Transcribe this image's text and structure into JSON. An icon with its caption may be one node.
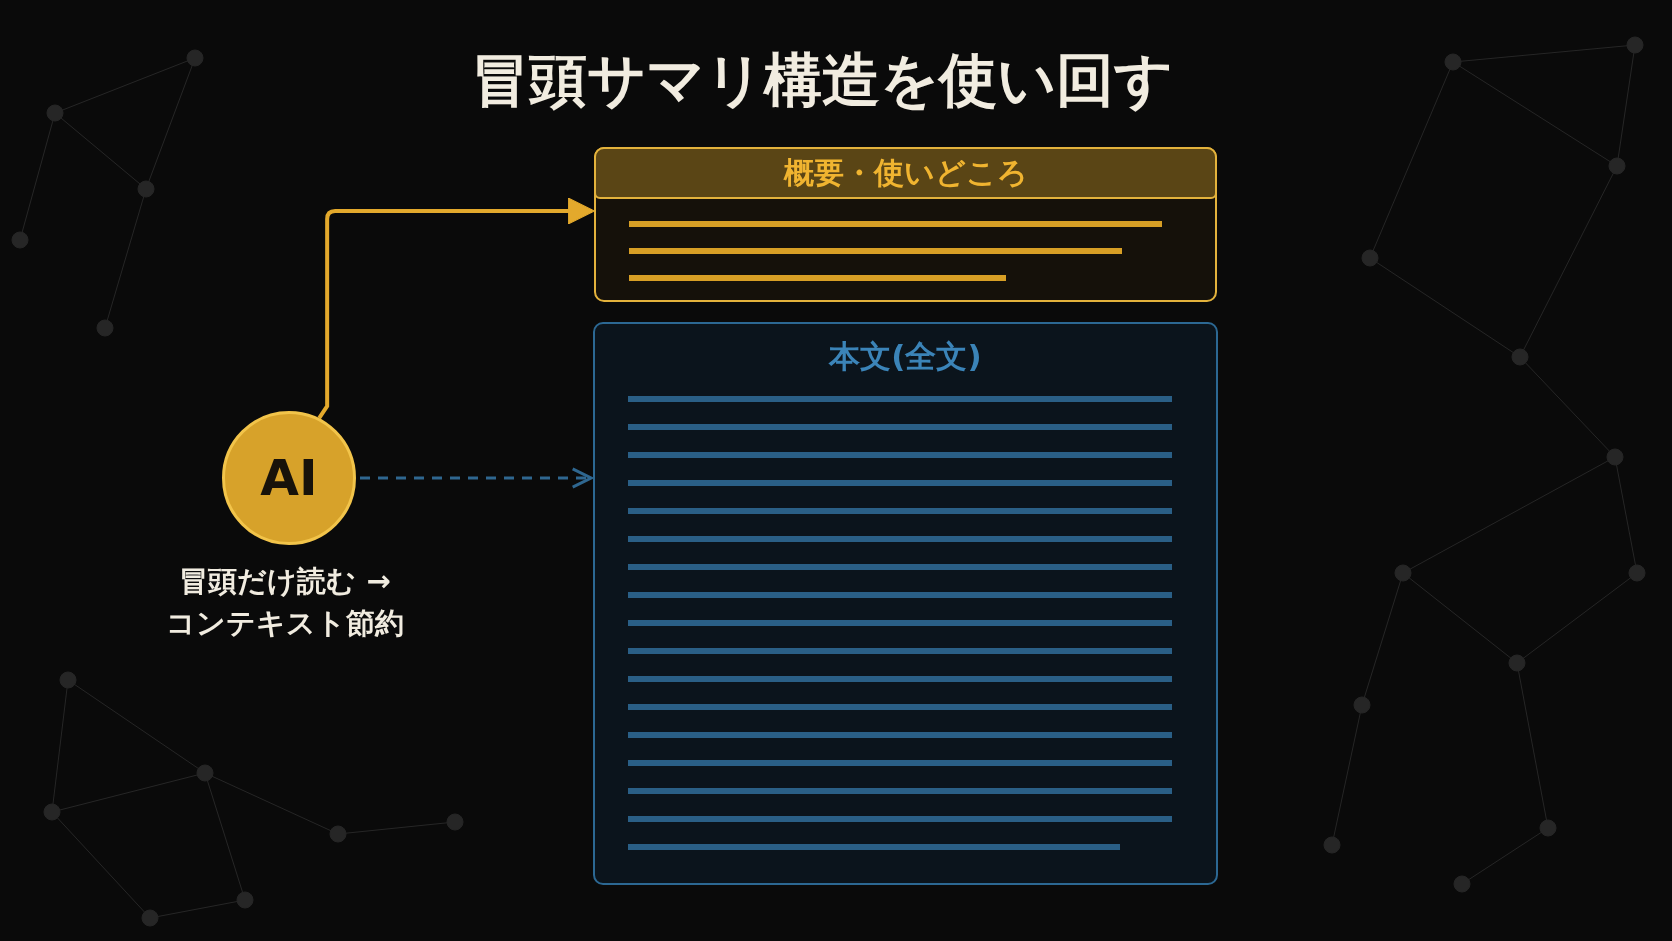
{
  "diagram": {
    "title": "冒頭サマリ構造を使い回す",
    "nodes": [
      {
        "text": [
          "概要・使いどころ"
        ]
      },
      {
        "text": [
          "本文(全文)"
        ]
      },
      {
        "text": [
          "AI"
        ],
        "beside": [
          "冒頭だけ読む → コンテキスト節約"
        ]
      }
    ],
    "edges": [
      {
        "from": 2,
        "to": 0,
        "arrow": "to",
        "color": "#e3a92c"
      },
      {
        "from": 2,
        "to": 1,
        "arrow": "to",
        "style": "dashed",
        "color": "#2f6790"
      }
    ]
  }
}
